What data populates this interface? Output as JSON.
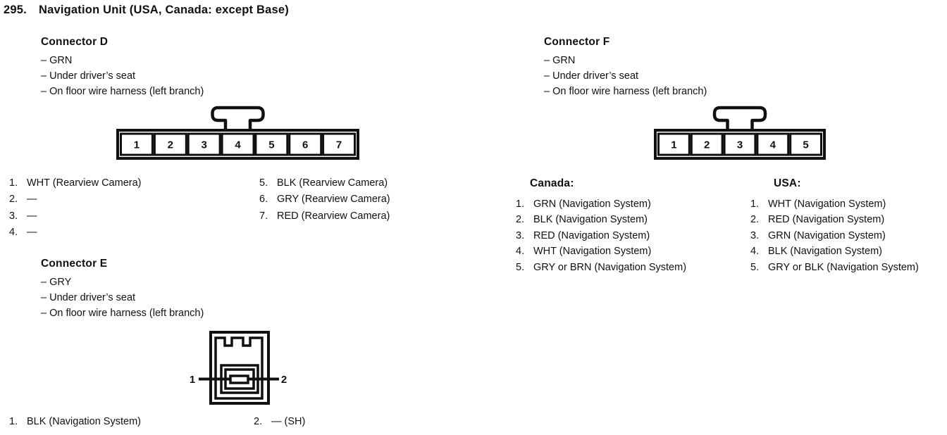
{
  "colors": {
    "ink": "#101010",
    "paper": "#ffffff"
  },
  "header": {
    "number": "295.",
    "title": "Navigation Unit (USA, Canada: except Base)"
  },
  "connectors": {
    "d": {
      "title": "Connector D",
      "notes": [
        "– GRN",
        "– Under driver’s seat",
        "– On floor wire harness (left branch)"
      ],
      "pin_numbers": [
        "1",
        "2",
        "3",
        "4",
        "5",
        "6",
        "7"
      ],
      "pins_left": [
        {
          "num": "1.",
          "desc": "WHT (Rearview Camera)"
        },
        {
          "num": "2.",
          "desc": "—"
        },
        {
          "num": "3.",
          "desc": "—"
        },
        {
          "num": "4.",
          "desc": "—"
        }
      ],
      "pins_right": [
        {
          "num": "5.",
          "desc": "BLK (Rearview Camera)"
        },
        {
          "num": "6.",
          "desc": "GRY (Rearview Camera)"
        },
        {
          "num": "7.",
          "desc": "RED (Rearview Camera)"
        }
      ]
    },
    "e": {
      "title": "Connector E",
      "notes": [
        "– GRY",
        "– Under driver’s seat",
        "– On floor wire harness (left branch)"
      ],
      "diagram": {
        "left_label": "1",
        "right_label": "2"
      },
      "pins": [
        {
          "num": "1.",
          "desc": "BLK (Navigation System)"
        },
        {
          "num": "2.",
          "desc": "— (SH)"
        }
      ]
    },
    "f": {
      "title": "Connector F",
      "notes": [
        "– GRN",
        "– Under driver’s seat",
        "– On floor wire harness (left branch)"
      ],
      "pin_numbers": [
        "1",
        "2",
        "3",
        "4",
        "5"
      ],
      "canada": {
        "title": "Canada:",
        "pins": [
          {
            "num": "1.",
            "desc": "GRN (Navigation System)"
          },
          {
            "num": "2.",
            "desc": "BLK (Navigation System)"
          },
          {
            "num": "3.",
            "desc": "RED (Navigation System)"
          },
          {
            "num": "4.",
            "desc": "WHT (Navigation System)"
          },
          {
            "num": "5.",
            "desc": "GRY or BRN (Navigation System)"
          }
        ]
      },
      "usa": {
        "title": "USA:",
        "pins": [
          {
            "num": "1.",
            "desc": "WHT (Navigation System)"
          },
          {
            "num": "2.",
            "desc": "RED (Navigation System)"
          },
          {
            "num": "3.",
            "desc": "GRN (Navigation System)"
          },
          {
            "num": "4.",
            "desc": "BLK (Navigation System)"
          },
          {
            "num": "5.",
            "desc": "GRY or BLK (Navigation System)"
          }
        ]
      }
    }
  }
}
